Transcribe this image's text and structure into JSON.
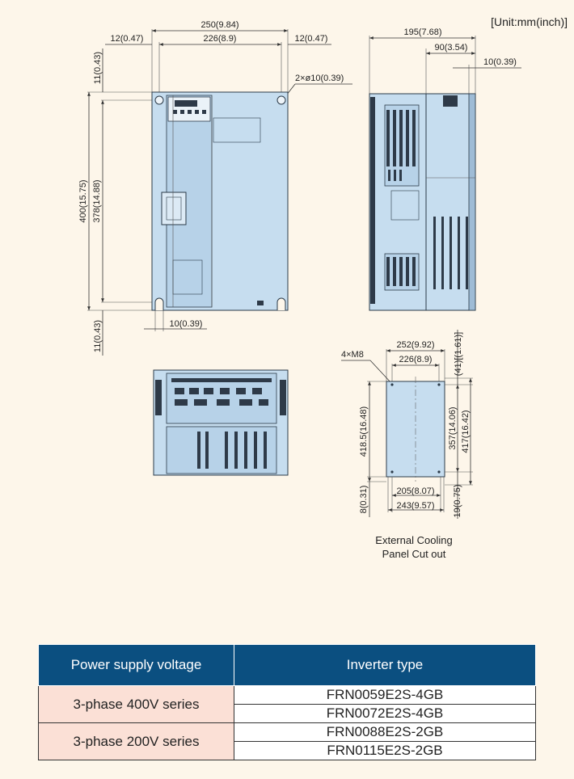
{
  "unit_label": "[Unit:mm(inch)]",
  "front_view": {
    "width_total": "250(9.84)",
    "width_inner": "226(8.9)",
    "margin_left": "12(0.47)",
    "margin_right": "12(0.47)",
    "hole_spec": "2×ø10(0.39)",
    "top_offset": "11(0.43)",
    "height_total": "400(15.75)",
    "height_inner": "378(14.88)",
    "bottom_offset": "11(0.43)",
    "slot_width": "10(0.39)"
  },
  "side_view": {
    "depth_total": "195(7.68)",
    "depth_rear": "90(3.54)",
    "flange": "10(0.39)"
  },
  "cutout": {
    "screw_spec": "4×M8",
    "width_outer": "252(9.92)",
    "width_inner": "226(8.9)",
    "top_offset": "(41)[(1.61)]",
    "height_holes": "357(14.06)",
    "height_total": "417(16.42)",
    "height_left": "418.5(16.48)",
    "bottom_left": "8(0.31)",
    "bottom_right": "19(0.75)",
    "width_bottom_inner": "205(8.07)",
    "width_bottom_outer": "243(9.57)",
    "caption_line1": "External Cooling",
    "caption_line2": "Panel Cut out"
  },
  "table": {
    "headers": [
      "Power supply voltage",
      "Inverter type"
    ],
    "groups": [
      {
        "voltage": "3-phase 400V series",
        "types": [
          "FRN0059E2S-4GB",
          "FRN0072E2S-4GB"
        ]
      },
      {
        "voltage": "3-phase 200V series",
        "types": [
          "FRN0088E2S-2GB",
          "FRN0115E2S-2GB"
        ]
      }
    ]
  }
}
